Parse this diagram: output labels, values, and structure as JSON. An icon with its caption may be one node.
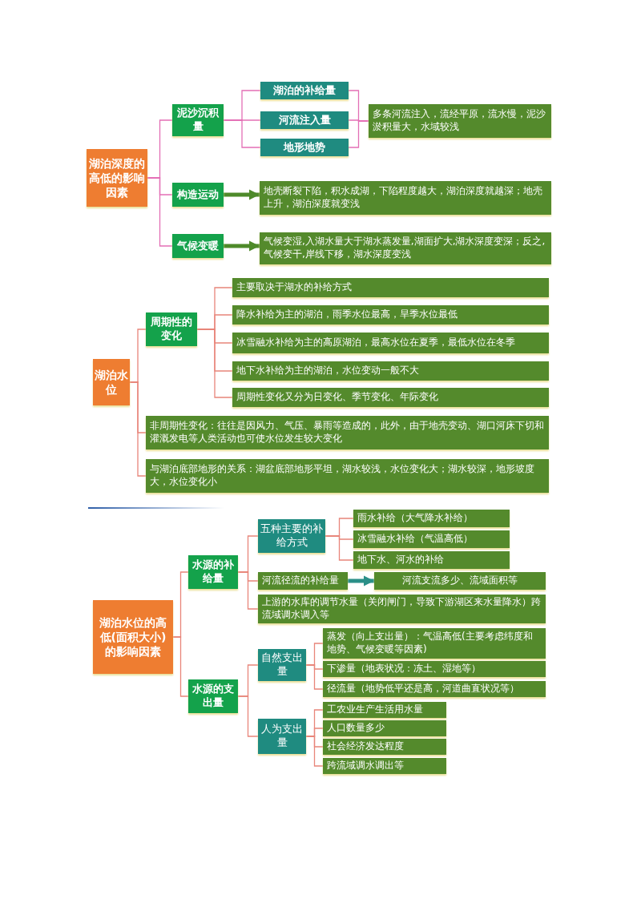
{
  "diagram": {
    "nodes": [
      {
        "text": [
          "湖泊深度的高低的影响因素"
        ]
      },
      {
        "text": [
          "泥沙沉积量"
        ]
      },
      {
        "text": [
          "湖泊的补给量"
        ]
      },
      {
        "text": [
          "河流注入量"
        ]
      },
      {
        "text": [
          "地形地势"
        ]
      },
      {
        "text": [
          "多条河流注入，流经平原，流水慢，泥沙淤积量大，水域较浅"
        ]
      },
      {
        "text": [
          "构造运动"
        ]
      },
      {
        "text": [
          "地壳断裂下陷，积水成湖，下陷程度越大，湖泊深度就越深；地壳上升，湖泊深度就变浅"
        ]
      },
      {
        "text": [
          "气候变暖"
        ]
      },
      {
        "text": [
          "气候变湿,入湖水量大于湖水蒸发量,湖面扩大,湖水深度变深；反之,气候变干,岸线下移，湖水深度变浅"
        ]
      },
      {
        "text": [
          "湖泊水位"
        ]
      },
      {
        "text": [
          "周期性的变化"
        ]
      },
      {
        "text": [
          "主要取决于湖水的补给方式"
        ]
      },
      {
        "text": [
          "降水补给为主的湖泊，雨季水位最高，旱季水位最低"
        ]
      },
      {
        "text": [
          "冰雪融水补给为主的高原湖泊，最高水位在夏季，最低水位在冬季"
        ]
      },
      {
        "text": [
          "地下水补给为主的湖泊，水位变动一般不大"
        ]
      },
      {
        "text": [
          "周期性变化又分为日变化、季节变化、年际变化"
        ]
      },
      {
        "text": [
          "非周期性变化：往往是因风力、气压、暴雨等造成的，此外，由于地壳变动、湖口河床下切和灌溉发电等人类活动也可使水位发生较大变化"
        ]
      },
      {
        "text": [
          "与湖泊底部地形的关系：湖盆底部地形平坦，湖水较浅，水位变化大；湖水较深，地形坡度大，水位变化小"
        ]
      },
      {
        "text": [
          "湖泊水位的高低(面积大小)的影响因素"
        ]
      },
      {
        "text": [
          "水源的补给量"
        ]
      },
      {
        "text": [
          "五种主要的补给方式"
        ]
      },
      {
        "text": [
          "雨水补给（大气降水补给）"
        ]
      },
      {
        "text": [
          "冰雪融水补给（气温高低）"
        ]
      },
      {
        "text": [
          "地下水、河水的补给"
        ]
      },
      {
        "text": [
          "河流径流的补给量"
        ]
      },
      {
        "text": [
          "河流支流多少、流域面积等"
        ]
      },
      {
        "text": [
          "上游的水库的调节水量（关闭闸门，导致下游湖区来水量降水）跨流域调水调入等"
        ]
      },
      {
        "text": [
          "水源的支出量"
        ]
      },
      {
        "text": [
          "自然支出量"
        ]
      },
      {
        "text": [
          "蒸发（向上支出量）：气温高低(主要考虑纬度和地势、气候变暖等因素)"
        ]
      },
      {
        "text": [
          "下渗量（地表状况：冻土、湿地等）"
        ]
      },
      {
        "text": [
          "径流量（地势低平还是高，河道曲直状况等）"
        ]
      },
      {
        "text": [
          "人为支出量"
        ]
      },
      {
        "text": [
          "工农业生产生活用水量"
        ]
      },
      {
        "text": [
          "人口数量多少"
        ]
      },
      {
        "text": [
          "社会经济发达程度"
        ]
      },
      {
        "text": [
          "跨流域调水调出等"
        ]
      }
    ],
    "edges": [
      {
        "from": 0,
        "to": 1,
        "arrow": "none",
        "color": "#e36fb5"
      },
      {
        "from": 0,
        "to": 6,
        "arrow": "none",
        "color": "#e36fb5"
      },
      {
        "from": 0,
        "to": 8,
        "arrow": "none",
        "color": "#e36fb5"
      },
      {
        "from": 1,
        "to": 2,
        "arrow": "none",
        "color": "#e36fb5"
      },
      {
        "from": 1,
        "to": 3,
        "arrow": "none",
        "color": "#e36fb5"
      },
      {
        "from": 1,
        "to": 4,
        "arrow": "none",
        "color": "#e36fb5"
      },
      {
        "from": 2,
        "to": 5,
        "arrow": "none",
        "color": "#e36fb5"
      },
      {
        "from": 3,
        "to": 5,
        "arrow": "none",
        "color": "#e36fb5"
      },
      {
        "from": 4,
        "to": 5,
        "arrow": "none",
        "color": "#e36fb5"
      },
      {
        "from": 6,
        "to": 7,
        "arrow": "to",
        "style": "thick",
        "color": "#4e8a2a"
      },
      {
        "from": 8,
        "to": 9,
        "arrow": "to",
        "style": "thick",
        "color": "#4e8a2a"
      },
      {
        "from": 10,
        "to": 11,
        "arrow": "none"
      },
      {
        "from": 10,
        "to": 17,
        "arrow": "none"
      },
      {
        "from": 10,
        "to": 18,
        "arrow": "none"
      },
      {
        "from": 11,
        "to": 12,
        "arrow": "none"
      },
      {
        "from": 11,
        "to": 13,
        "arrow": "none"
      },
      {
        "from": 11,
        "to": 14,
        "arrow": "none"
      },
      {
        "from": 11,
        "to": 15,
        "arrow": "none"
      },
      {
        "from": 11,
        "to": 16,
        "arrow": "none"
      },
      {
        "from": 19,
        "to": 20,
        "arrow": "none"
      },
      {
        "from": 19,
        "to": 28,
        "arrow": "none"
      },
      {
        "from": 20,
        "to": 21,
        "arrow": "none"
      },
      {
        "from": 20,
        "to": 25,
        "arrow": "none"
      },
      {
        "from": 20,
        "to": 27,
        "arrow": "none"
      },
      {
        "from": 21,
        "to": 22,
        "arrow": "none"
      },
      {
        "from": 21,
        "to": 23,
        "arrow": "none"
      },
      {
        "from": 21,
        "to": 24,
        "arrow": "none"
      },
      {
        "from": 25,
        "to": 26,
        "arrow": "to",
        "style": "thick",
        "color": "#2b8f88"
      },
      {
        "from": 28,
        "to": 29,
        "arrow": "none"
      },
      {
        "from": 28,
        "to": 33,
        "arrow": "none"
      },
      {
        "from": 29,
        "to": 30,
        "arrow": "none"
      },
      {
        "from": 29,
        "to": 31,
        "arrow": "none"
      },
      {
        "from": 29,
        "to": 32,
        "arrow": "none"
      },
      {
        "from": 33,
        "to": 34,
        "arrow": "none"
      },
      {
        "from": 33,
        "to": 35,
        "arrow": "none"
      },
      {
        "from": 33,
        "to": 36,
        "arrow": "none"
      },
      {
        "from": 33,
        "to": 37,
        "arrow": "none"
      }
    ]
  }
}
